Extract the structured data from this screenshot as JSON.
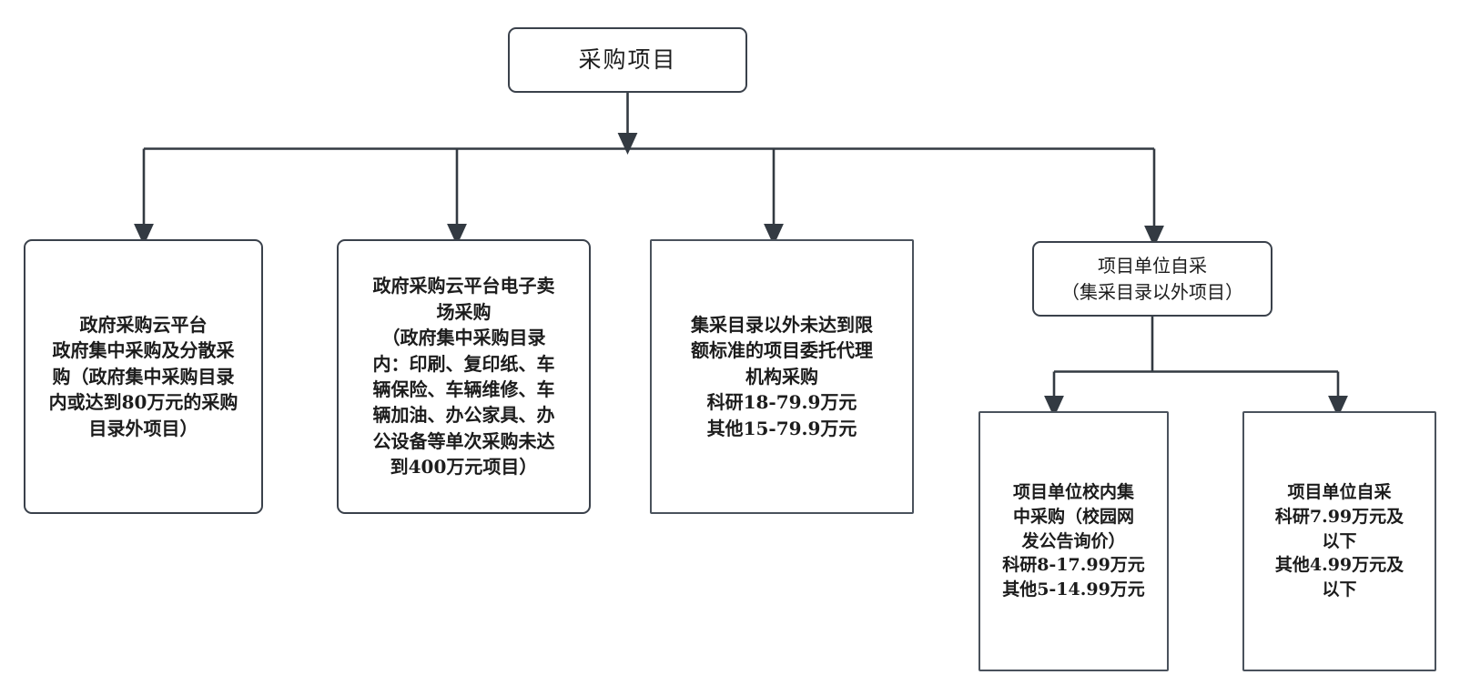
{
  "diagram": {
    "title": "采购项目流程图",
    "colors": {
      "box_border": "#3a414b",
      "box_border_square": "#4a525c",
      "connector": "#333a42",
      "text": "#1c1c1c",
      "background": "#ffffff"
    },
    "root": {
      "id": "node-root",
      "label": "采购项目"
    },
    "children": [
      {
        "id": "node-c1",
        "label": "政府采购云平台\n政府集中采购及分散采\n购（政府集中采购目录\n内或达到80万元的采购\n目录外项目）"
      },
      {
        "id": "node-c2",
        "label": "政府采购云平台电子卖\n场采购\n（政府集中采购目录\n内：印刷、复印纸、车\n辆保险、车辆维修、车\n辆加油、办公家具、办\n公设备等单次采购未达\n到400万元项目）"
      },
      {
        "id": "node-c3",
        "label": "集采目录以外未达到限\n额标准的项目委托代理\n机构采购\n科研18-79.9万元\n其他15-79.9万元"
      },
      {
        "id": "node-c4",
        "label": "项目单位自采\n（集采目录以外项目）"
      }
    ],
    "grandchildren": [
      {
        "id": "node-c5",
        "label": "项目单位校内集\n中采购（校园网\n发公告询价）\n科研8-17.99万元\n其他5-14.99万元"
      },
      {
        "id": "node-c6",
        "label": "项目单位自采\n科研7.99万元及\n以下\n其他4.99万元及\n以下"
      }
    ],
    "connectors": {
      "trunk_label": "root-to-bus",
      "bus_label": "main-bus",
      "sub_bus_label": "sub-bus"
    }
  }
}
